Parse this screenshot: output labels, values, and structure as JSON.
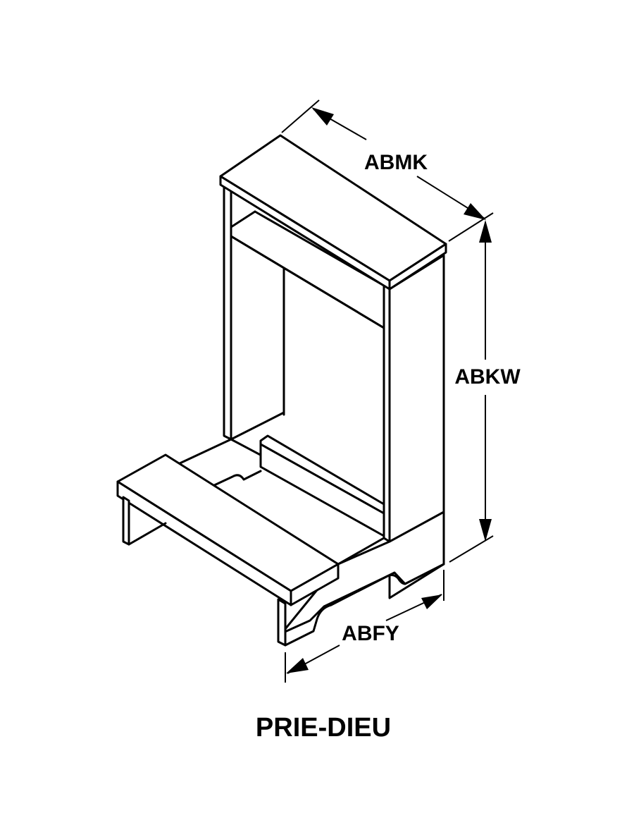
{
  "diagram": {
    "title": "PRIE-DIEU",
    "dimensions": {
      "top_depth": "ABMK",
      "height": "ABKW",
      "base_width": "ABFY"
    }
  },
  "colors": {
    "stroke": "#000000",
    "background": "#ffffff"
  }
}
